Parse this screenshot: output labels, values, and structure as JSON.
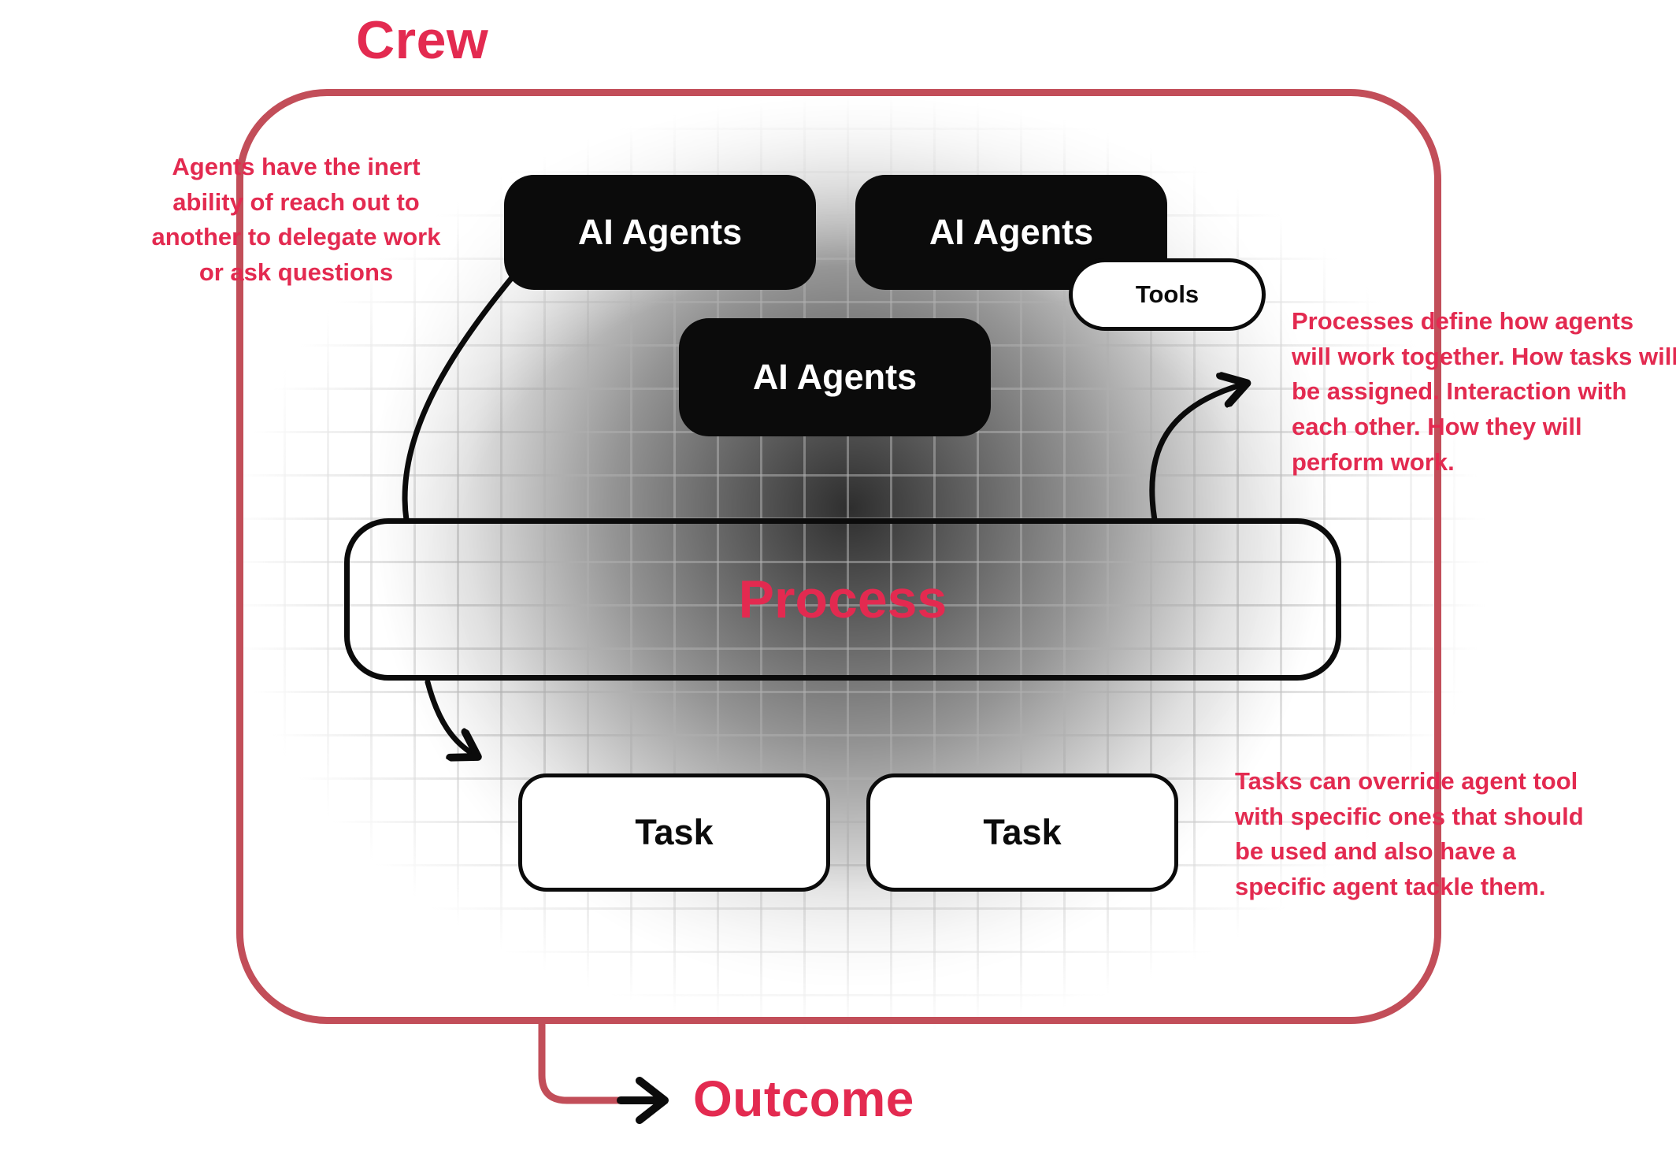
{
  "title": "Crew",
  "outcome_label": "Outcome",
  "nodes": {
    "agent1": "AI Agents",
    "agent2": "AI Agents",
    "agent3": "AI Agents",
    "tools": "Tools",
    "process": "Process",
    "task1": "Task",
    "task2": "Task"
  },
  "annotations": {
    "left": "Agents have the inert ability of reach out to another to delegate work or ask questions",
    "right_top": "Processes define how agents will work together. How tasks will be assigned. Interaction with each other. How they will perform work.",
    "right_bottom": "Tasks can override agent tool with specific ones that should be used and also have a specific agent tackle them."
  },
  "colors": {
    "accent_text": "#e32a50",
    "border_red": "#c24e59",
    "node_black": "#0b0b0b",
    "node_white": "#ffffff",
    "grid_line": "#b0b0b0"
  }
}
